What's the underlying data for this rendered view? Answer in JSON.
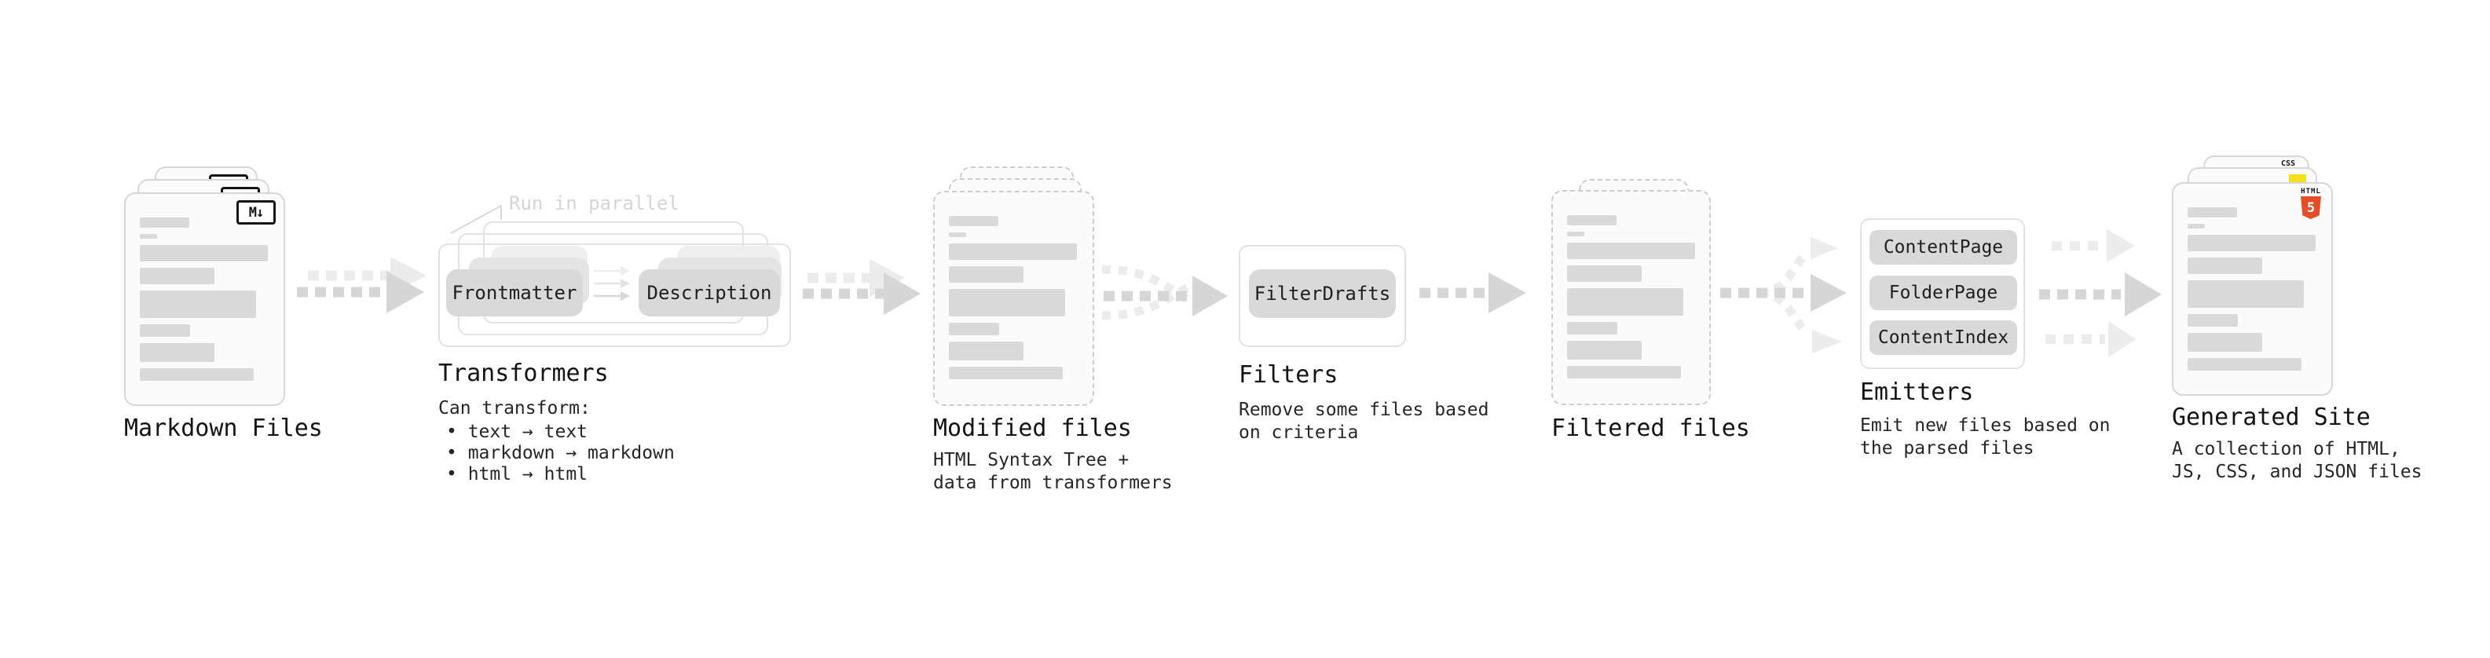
{
  "stages": {
    "markdown_files": {
      "label": "Markdown Files",
      "badge": "M↓"
    },
    "transformers": {
      "label": "Transformers",
      "note": "Run in parallel",
      "pill_left": "Frontmatter",
      "pill_right": "Description",
      "description": "Can transform:",
      "bullets": [
        "• text → text",
        "• markdown → markdown",
        "• html → html"
      ]
    },
    "modified_files": {
      "label": "Modified files",
      "description": "HTML Syntax Tree +\ndata from transformers"
    },
    "filters": {
      "label": "Filters",
      "pill": "FilterDrafts",
      "description": "Remove some files based\non criteria"
    },
    "filtered_files": {
      "label": "Filtered files"
    },
    "emitters": {
      "label": "Emitters",
      "pills": [
        "ContentPage",
        "FolderPage",
        "ContentIndex"
      ],
      "description": "Emit new files based on\nthe parsed files"
    },
    "generated_site": {
      "label": "Generated Site",
      "description": "A collection of HTML,\nJS, CSS, and JSON files",
      "badge_css": "CSS",
      "badge_html_text": "HTML",
      "badge_html_number": "5"
    }
  },
  "skeleton": {
    "bars": [
      [
        63,
        13
      ],
      [
        22,
        6
      ],
      [
        163,
        21
      ],
      [
        95,
        21
      ],
      [
        148,
        35
      ],
      [
        64,
        16
      ],
      [
        95,
        24
      ],
      [
        145,
        16
      ]
    ]
  },
  "colors": {
    "dash_dark": "#d6d6d6",
    "dash_light": "#ececec",
    "accent_orange": "#e44d26",
    "accent_yellow": "#f7df1e",
    "accent_blue": "#2f6bff"
  }
}
